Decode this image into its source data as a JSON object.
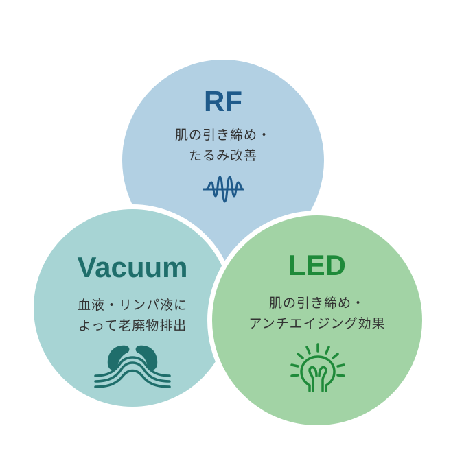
{
  "circles": {
    "rf": {
      "title": "RF",
      "line1": "肌の引き締め・",
      "line2": "たるみ改善",
      "icon": "radio-wave-icon",
      "color": "#b2d0e3",
      "accent": "#1f5a8a"
    },
    "vacuum": {
      "title": "Vacuum",
      "line1": "血液・リンパ液に",
      "line2": "よって老廃物排出",
      "icon": "suction-icon",
      "color": "#a7d4d4",
      "accent": "#1f6e6b"
    },
    "led": {
      "title": "LED",
      "line1": "肌の引き締め・",
      "line2": "アンチエイジング効果",
      "icon": "light-bulb-icon",
      "color": "#a2d3a5",
      "accent": "#1f8a3a"
    }
  }
}
